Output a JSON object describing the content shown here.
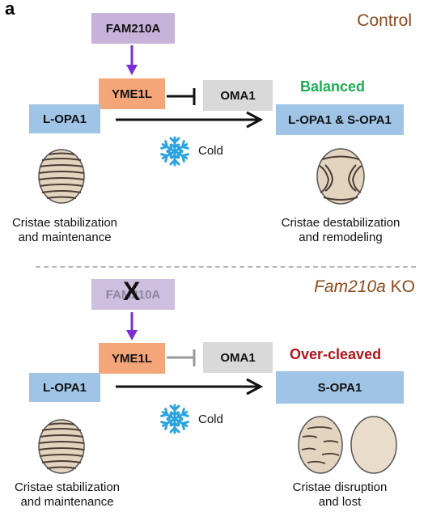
{
  "panel_label": "a",
  "control": {
    "condition": "Control",
    "fam": "FAM210A",
    "yme": "YME1L",
    "oma": "OMA1",
    "state": "Balanced",
    "lopa": "L-OPA1",
    "result": "L-OPA1 & S-OPA1",
    "cold": "Cold",
    "left_caption": [
      "Cristae stabilization",
      "and maintenance"
    ],
    "right_caption": [
      "Cristae destabilization",
      "and remodeling"
    ]
  },
  "ko": {
    "condition_italic": "Fam210a",
    "condition_rest": " KO",
    "fam": "FAM210A",
    "knockout_mark": "X",
    "yme": "YME1L",
    "oma": "OMA1",
    "state": "Over-cleaved",
    "lopa": "L-OPA1",
    "result": "S-OPA1",
    "cold": "Cold",
    "left_caption": [
      "Cristae stabilization",
      "and maintenance"
    ],
    "right_caption": [
      "Cristae disruption",
      "and lost"
    ]
  },
  "colors": {
    "fam": "#c7b3da",
    "yme": "#f4a679",
    "oma": "#d9d9d9",
    "opa": "#9fc4e6",
    "arrow_purple": "#7a2fd6",
    "snowflake": "#2aa4e0",
    "balanced": "#1cae55",
    "over_cleaved": "#b0151b",
    "condition_text": "#8b4a1c"
  }
}
